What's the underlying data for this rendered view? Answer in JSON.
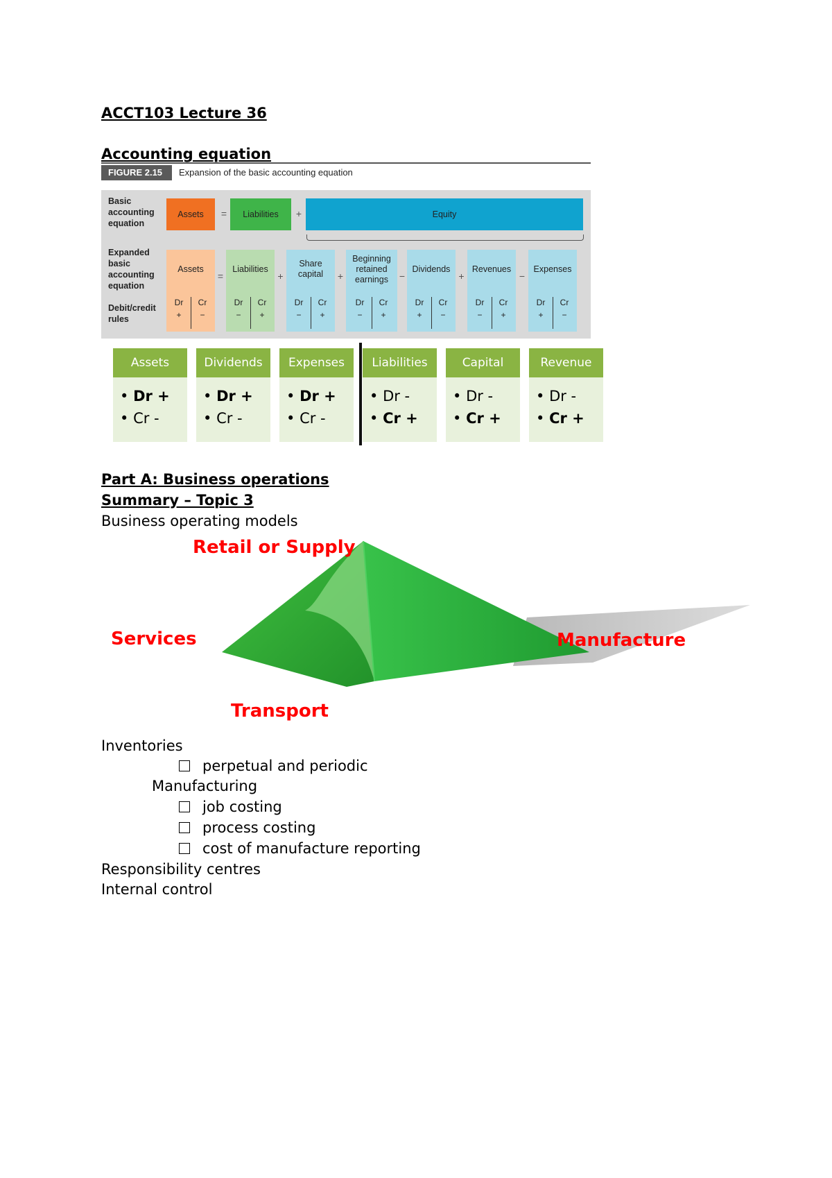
{
  "lecture_title": "ACCT103 Lecture 36",
  "section_accounting_equation": "Accounting equation",
  "figure": {
    "label": "FIGURE 2.15",
    "caption": "Expansion of the basic accounting equation",
    "row_basic_label": "Basic accounting equation",
    "row_expanded_label": "Expanded basic accounting equation",
    "row_rules_label": "Debit/credit rules",
    "basic": {
      "assets": "Assets",
      "liabilities": "Liabilities",
      "equity": "Equity",
      "op_eq": "=",
      "op_plus": "+"
    },
    "expanded": [
      {
        "name": "Assets",
        "dr": "+",
        "cr": "−"
      },
      {
        "name": "Liabilities",
        "dr": "−",
        "cr": "+"
      },
      {
        "name": "Share capital",
        "dr": "−",
        "cr": "+"
      },
      {
        "name": "Beginning retained earnings",
        "dr": "−",
        "cr": "+"
      },
      {
        "name": "Dividends",
        "dr": "+",
        "cr": "−"
      },
      {
        "name": "Revenues",
        "dr": "−",
        "cr": "+"
      },
      {
        "name": "Expenses",
        "dr": "+",
        "cr": "−"
      }
    ],
    "operators": [
      "=",
      "+",
      "+",
      "−",
      "+",
      "−"
    ],
    "dr_label": "Dr",
    "cr_label": "Cr",
    "colors": {
      "assets_basic": "#f07022",
      "liabilities_basic": "#3fb449",
      "equity_basic": "#10a3cf",
      "assets_exp": "#fbc59a",
      "liabilities_exp": "#b9dcb0",
      "equity_exp": "#a9dbe9"
    }
  },
  "t_accounts": [
    {
      "name": "Assets",
      "line1": "Dr +",
      "line2": "Cr -",
      "bold": "dr"
    },
    {
      "name": "Dividends",
      "line1": "Dr +",
      "line2": "Cr -",
      "bold": "dr"
    },
    {
      "name": "Expenses",
      "line1": "Dr +",
      "line2": "Cr -",
      "bold": "dr"
    },
    {
      "name": "Liabilities",
      "line1": "Dr -",
      "line2": "Cr +",
      "bold": "cr"
    },
    {
      "name": "Capital",
      "line1": "Dr -",
      "line2": "Cr +",
      "bold": "cr"
    },
    {
      "name": "Revenue",
      "line1": "Dr -",
      "line2": "Cr +",
      "bold": "cr"
    }
  ],
  "part_a_heading": "Part A: Business operations",
  "summary_heading": "Summary – Topic 3",
  "business_models_heading": "Business operating models",
  "business_models": {
    "retail": "Retail or Supply",
    "services": "Services",
    "manufacture": "Manufacture",
    "transport": "Transport"
  },
  "topics": {
    "inventories": "Inventories",
    "inv_items": [
      "perpetual and periodic"
    ],
    "manufacturing": "Manufacturing",
    "mfg_items": [
      "job costing",
      "process costing",
      "cost of manufacture reporting"
    ],
    "responsibility": "Responsibility centres",
    "internal_control": "Internal control"
  }
}
